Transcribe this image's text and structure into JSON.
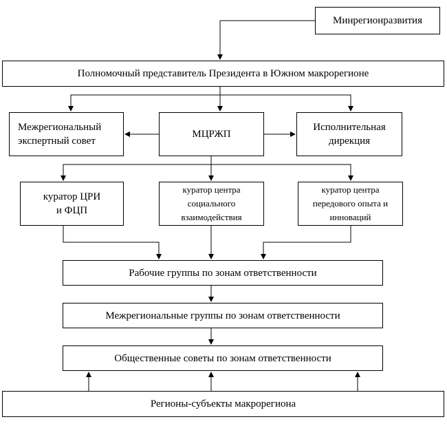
{
  "nodes": {
    "minregion": "Минрегионразвития",
    "envoy": "Полномочный представитель Президента в Южном макрорегионе",
    "expert_council": "Межрегиональный экспертный совет",
    "mcrzhp": "МЦРЖП",
    "exec_directorate": "Исполнительная дирекция",
    "curator_cri": "куратор ЦРИ и ФЦП",
    "curator_social": "куратор центра социального взаимодействия",
    "curator_innov": "куратор центра передового опыта и инноваций",
    "work_groups": "Рабочие группы по зонам ответственности",
    "interregional_groups": "Межрегиональные группы по зонам ответственности",
    "public_councils": "Общественные советы по зонам ответственности",
    "regions": "Регионы-субъекты макрорегиона"
  }
}
